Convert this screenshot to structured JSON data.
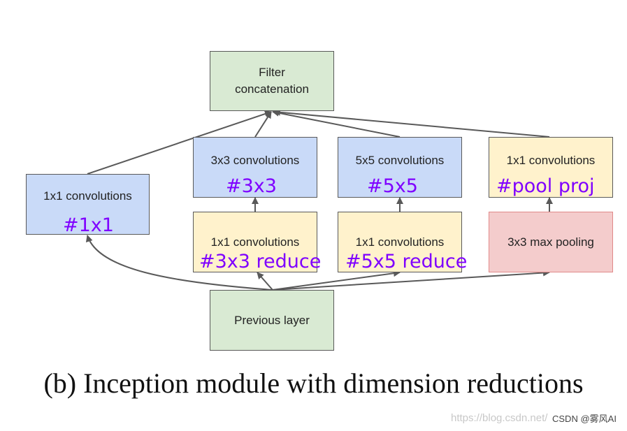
{
  "caption": "(b) Inception module with dimension reductions",
  "watermark": "https://blog.csdn.net/",
  "credit": "CSDN @雾风AI",
  "boxes": {
    "filter_concat": "Filter\nconcatenation",
    "conv1x1": "1x1 convolutions",
    "conv3x3": "3x3 convolutions",
    "conv5x5": "5x5 convolutions",
    "pool_proj": "1x1 convolutions",
    "reduce3x3": "1x1 convolutions",
    "reduce5x5": "1x1 convolutions",
    "maxpool": "3x3 max pooling",
    "previous_layer": "Previous layer"
  },
  "annotations": {
    "conv1x1": "#1x1",
    "conv3x3": "#3x3",
    "conv5x5": "#5x5",
    "pool_proj": "#pool proj",
    "reduce3x3": "#3x3 reduce",
    "reduce5x5": "#5x5 reduce"
  },
  "colors": {
    "output_box": "#d9ead3",
    "conv_box": "#c9daf8",
    "reduce_box": "#fff2cc",
    "pool_box": "#f4cccc",
    "annotation": "#7f00ff",
    "arrow": "#595959"
  }
}
